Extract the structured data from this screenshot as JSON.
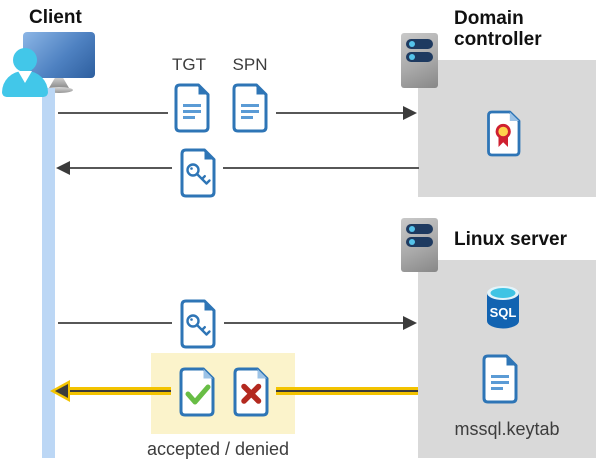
{
  "nodes": {
    "client": {
      "label": "Client"
    },
    "domain_controller": {
      "label": "Domain controller"
    },
    "linux_server": {
      "label": "Linux server"
    }
  },
  "labels": {
    "tgt": "TGT",
    "spn": "SPN",
    "sql": "SQL",
    "keytab_file": "mssql.keytab",
    "result": "accepted / denied"
  },
  "flows": [
    {
      "from": "client",
      "to": "domain_controller",
      "icons": [
        "tgt-document",
        "spn-document"
      ],
      "highlighted": false
    },
    {
      "from": "domain_controller",
      "to": "client",
      "icons": [
        "key-document"
      ],
      "highlighted": false
    },
    {
      "from": "client",
      "to": "linux_server",
      "icons": [
        "key-document"
      ],
      "highlighted": false
    },
    {
      "from": "linux_server",
      "to": "client",
      "icons": [
        "check-document",
        "cross-document"
      ],
      "highlighted": true
    }
  ],
  "icons": {
    "client": "client-workstation-icon",
    "domain_controller": "server-rack-icon",
    "linux_server": "server-rack-icon",
    "tgt": "document-icon",
    "spn": "document-icon",
    "session_key": "key-document-icon",
    "certificate": "certificate-document-icon",
    "database": "sql-database-icon",
    "keytab": "document-icon",
    "accepted": "check-document-icon",
    "denied": "cross-document-icon"
  },
  "colors": {
    "doc_border_blue": "#2e75b6",
    "doc_line_blue": "#5b9bd5",
    "doc_fold_light": "#9dc3e6",
    "lifeline_blue": "#bcd7f5",
    "panel_gray": "#d9d9d9",
    "highlight_yellow": "#fbf3cb",
    "arrow_gray": "#575757",
    "arrow_head_dark": "#3b3b3b",
    "arrow_yellow": "#f3c300",
    "check_green": "#68bd45",
    "cross_red": "#b3291f",
    "sql_body_blue": "#1263b1",
    "sql_top_cyan": "#3fc4e4",
    "person_cyan": "#42c7e9",
    "cert_gold": "#ffd34d",
    "cert_red": "#cf2030",
    "server_pill_navy": "#1e3a60",
    "server_dot_cyan": "#55c3ea"
  }
}
